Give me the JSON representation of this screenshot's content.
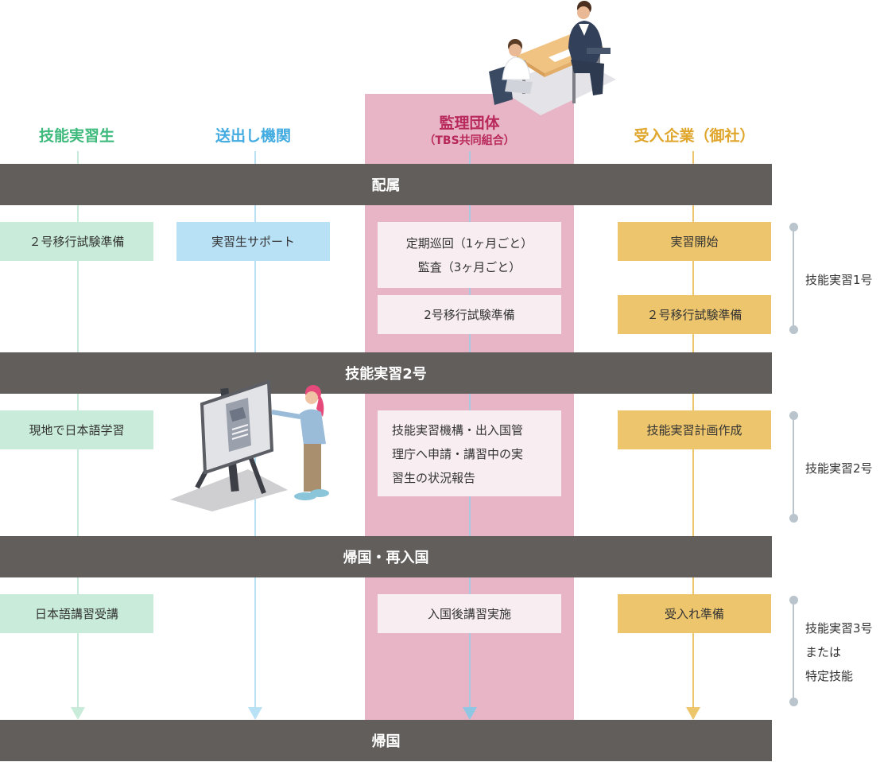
{
  "colors": {
    "green": "#3dba7c",
    "blue": "#42abe0",
    "pink": "#b8285a",
    "yellow": "#e0a62c",
    "band": "#625e5c",
    "column_bg": "#e8b5c6"
  },
  "columns": {
    "trainee": "技能実習生",
    "sending": "送出し機関",
    "supervising": "監理団体",
    "supervising_sub": "（TBS共同組合）",
    "company": "受入企業（御社）"
  },
  "bands": {
    "assignment": "配属",
    "stage2": "技能実習2号",
    "return_reentry": "帰国・再入国",
    "return": "帰国"
  },
  "boxes": {
    "trainee_exam_prep": "２号移行試験準備",
    "sending_support": "実習生サポート",
    "sup_patrol_1": "定期巡回（1ヶ月ごと）",
    "sup_patrol_2": "監査（3ヶ月ごと）",
    "sup_exam_prep": "2号移行試験準備",
    "company_start": "実習開始",
    "company_exam_prep": "２号移行試験準備",
    "trainee_local_study": "現地で日本語学習",
    "sup_application_1": "技能実習機構・出入国管",
    "sup_application_2": "理庁へ申請・講習中の実",
    "sup_application_3": "習生の状況報告",
    "company_plan": "技能実習計画作成",
    "trainee_japanese_course": "日本語講習受講",
    "sup_post_entry": "入国後講習実施",
    "company_prep": "受入れ準備"
  },
  "stages": {
    "stage1": "技能実習1号",
    "stage2": "技能実習2号",
    "stage3_line1": "技能実習3号",
    "stage3_line2": "または",
    "stage3_line3": "特定技能"
  }
}
